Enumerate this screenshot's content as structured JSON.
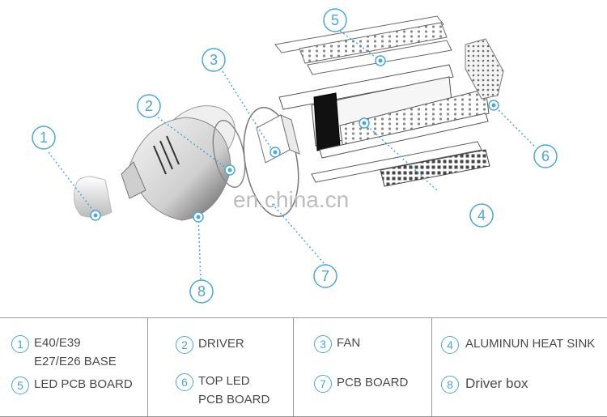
{
  "watermark": "en.china.cn",
  "callouts": [
    "1",
    "2",
    "3",
    "4",
    "5",
    "6",
    "7",
    "8"
  ],
  "legend": [
    {
      "num": "1",
      "lines": [
        "E40/E39",
        "E27/E26 BASE"
      ]
    },
    {
      "num": "2",
      "lines": [
        "DRIVER"
      ]
    },
    {
      "num": "3",
      "lines": [
        "FAN"
      ]
    },
    {
      "num": "4",
      "lines": [
        "ALUMINUN HEAT SINK"
      ]
    },
    {
      "num": "5",
      "lines": [
        "LED PCB BOARD"
      ]
    },
    {
      "num": "6",
      "lines": [
        "TOP LED",
        "PCB BOARD"
      ]
    },
    {
      "num": "7",
      "lines": [
        "PCB BOARD"
      ]
    },
    {
      "num": "8",
      "lines": [
        "Driver box"
      ]
    }
  ],
  "colors": {
    "accent": "#4aa8d8",
    "line": "#5a5a5a",
    "text": "#4a4a4a"
  }
}
